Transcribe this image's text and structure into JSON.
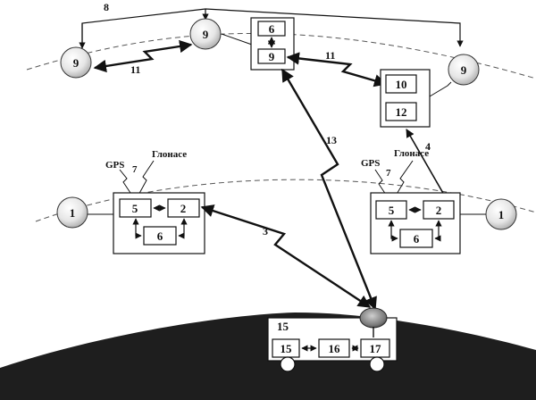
{
  "diagram": {
    "labels": {
      "link_8": "8",
      "link_11_left": "11",
      "link_11_right": "11",
      "link_13": "13",
      "link_4": "4",
      "link_3": "3",
      "gps_left": "GPS",
      "glonass_left": "Глонасе",
      "ref_7_left": "7",
      "gps_right": "GPS",
      "glonass_right": "Глонасе",
      "ref_7_right": "7",
      "vehicle_ref": "15"
    },
    "satellites_upper": [
      "9",
      "9",
      "9"
    ],
    "satellites_lower": [
      "1",
      "1"
    ],
    "upper_module": {
      "top": "6",
      "bottom": "9"
    },
    "right_upper_module": {
      "top": "10",
      "bottom": "12"
    },
    "left_ground_module": {
      "a": "5",
      "b": "2",
      "c": "6"
    },
    "right_ground_module": {
      "a": "5",
      "b": "2",
      "c": "6"
    },
    "vehicle_blocks": [
      "15",
      "16",
      "17"
    ]
  }
}
